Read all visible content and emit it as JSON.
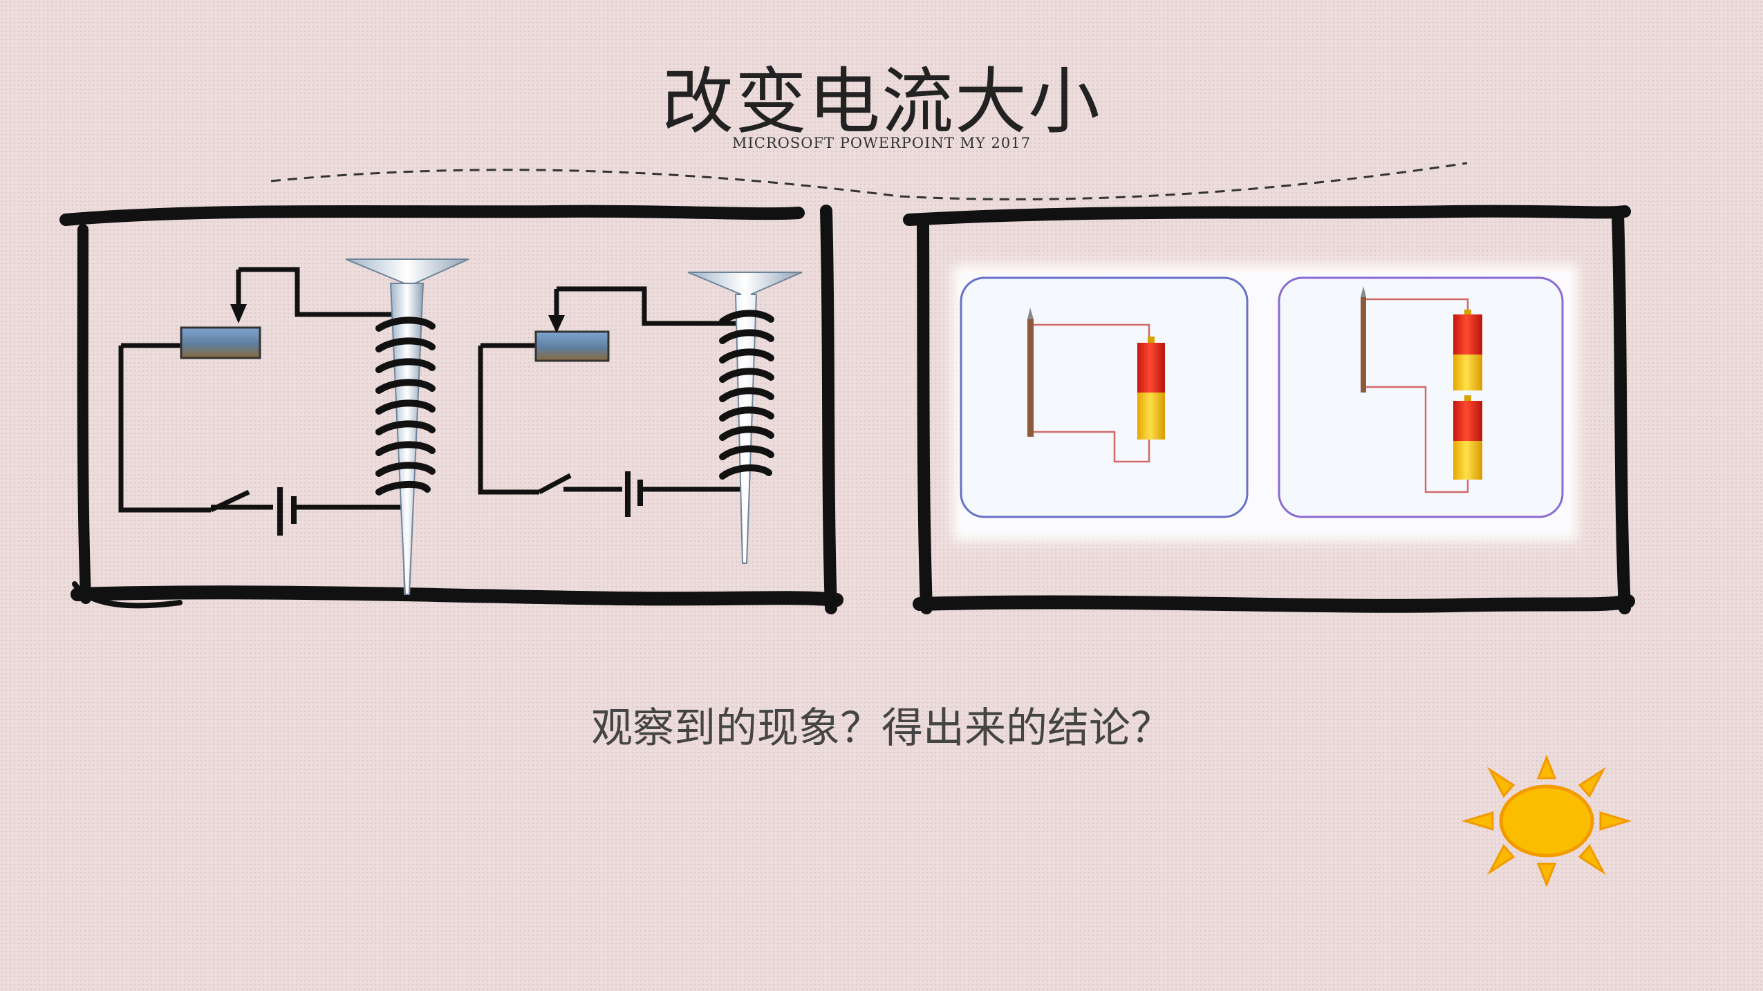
{
  "slide": {
    "title": "改变电流大小",
    "subtitle": "MICROSOFT POWERPOINT MY 2017",
    "question": "观察到的现象？得出来的结论？"
  },
  "colors": {
    "background": "#eddcdc",
    "frame": "#111111",
    "battery_red": "#e8261c",
    "battery_yellow": "#f7c20a",
    "sun": "#fbb900",
    "rheostat": "#6f8fb2"
  },
  "icons": [
    "sun-icon",
    "screw-icon",
    "battery-icon",
    "rheostat-icon",
    "switch-icon"
  ]
}
